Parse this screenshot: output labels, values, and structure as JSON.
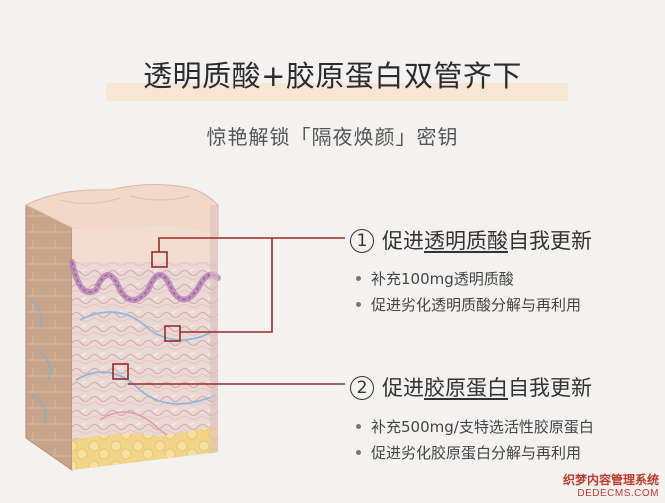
{
  "header": {
    "title": "透明质酸+胶原蛋白双管齐下",
    "subtitle": "惊艳解锁「隔夜焕颜」密钥"
  },
  "features": [
    {
      "num": "1",
      "prefix": "促进",
      "highlight": "透明质酸",
      "suffix": "自我更新",
      "bullets": [
        "补充100mg透明质酸",
        "促进劣化透明质酸分解与再利用"
      ]
    },
    {
      "num": "2",
      "prefix": "促进",
      "highlight": "胶原蛋白",
      "suffix": "自我更新",
      "bullets": [
        "补充500mg/支特选活性胶原蛋白",
        "促进劣化胶原蛋白分解与再利用"
      ]
    }
  ],
  "watermark": {
    "line1": "织梦内容管理系统",
    "line2": "DEDECMS.COM"
  },
  "colors": {
    "callout_line": "#9a2b2b",
    "title_band": "#f6e6d3",
    "skin_top": "#efd3c2",
    "skin_side": "#c9a98e"
  }
}
